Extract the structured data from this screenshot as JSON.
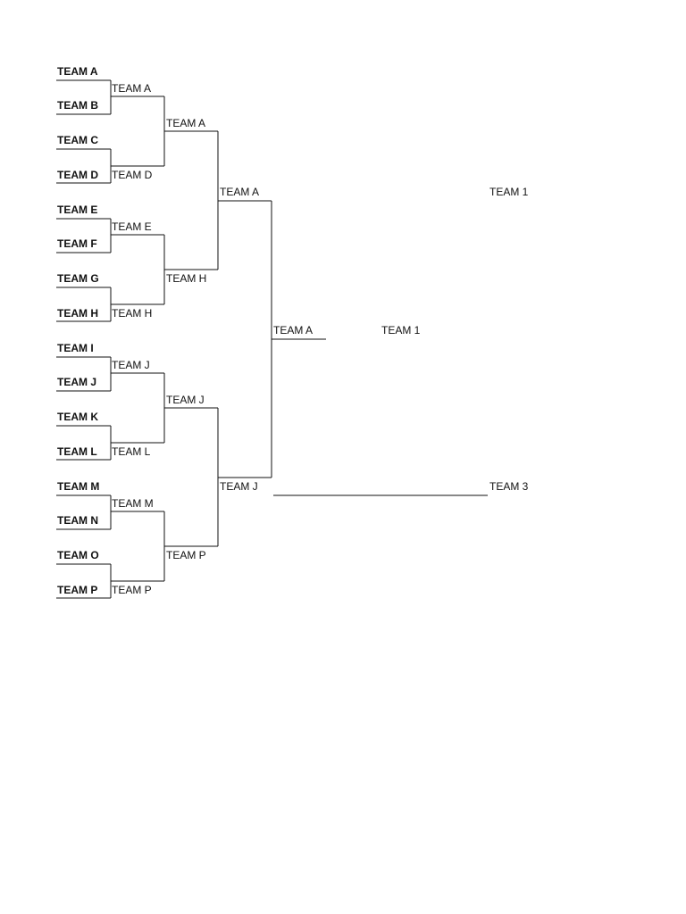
{
  "bracket": {
    "round1": [
      "TEAM A",
      "TEAM B",
      "TEAM C",
      "TEAM D",
      "TEAM E",
      "TEAM F",
      "TEAM G",
      "TEAM H",
      "TEAM I",
      "TEAM J",
      "TEAM K",
      "TEAM L",
      "TEAM M",
      "TEAM N",
      "TEAM O",
      "TEAM P"
    ],
    "round2": [
      "TEAM A",
      "TEAM D",
      "TEAM E",
      "TEAM H",
      "TEAM J",
      "TEAM L",
      "TEAM M",
      "TEAM P"
    ],
    "round3": [
      "TEAM A",
      "TEAM H",
      "TEAM J",
      "TEAM P"
    ],
    "round4": [
      "TEAM A",
      "TEAM J"
    ],
    "final": "TEAM A"
  },
  "side_labels": {
    "top_right": "TEAM 1",
    "middle": "TEAM 1",
    "bottom_right": "TEAM 3"
  }
}
